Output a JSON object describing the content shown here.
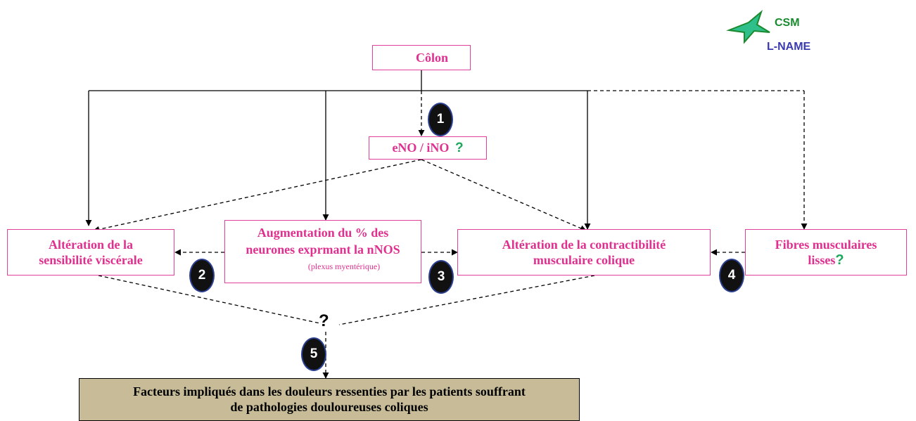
{
  "legend": {
    "csm_label": "CSM",
    "lname_label": "L-NAME",
    "csm_color": "#1a8a2e",
    "lname_color": "#3a3ab0"
  },
  "nodes": {
    "colon": {
      "label": "Côlon"
    },
    "eno": {
      "label": "eNO / iNO",
      "question": "?"
    },
    "visceral": {
      "line1": "Altération de la",
      "line2": "sensibilité viscérale"
    },
    "neurons": {
      "line1": "Augmentation du % des",
      "line2": "neurones exprmant la nNOS",
      "sub": "(plexus myentérique)"
    },
    "contract": {
      "line1": "Altération de la contractibilité",
      "line2": "musculaire colique"
    },
    "fibres": {
      "line1": "Fibres musculaires",
      "line2": "lisses",
      "question": "?"
    },
    "factors": {
      "line1": "Facteurs impliqués dans les douleurs ressenties par les patients souffrant",
      "line2": "de pathologies douloureuses coliques"
    }
  },
  "badges": [
    "1",
    "2",
    "3",
    "4",
    "5"
  ],
  "junction_question": "?",
  "colors": {
    "box_text": "#e0308f",
    "box_border": "#e0409a",
    "factors_bg": "#c7bc97",
    "green_arrow": "#1aa85a",
    "blue_arrow": "#2a7fc4"
  }
}
